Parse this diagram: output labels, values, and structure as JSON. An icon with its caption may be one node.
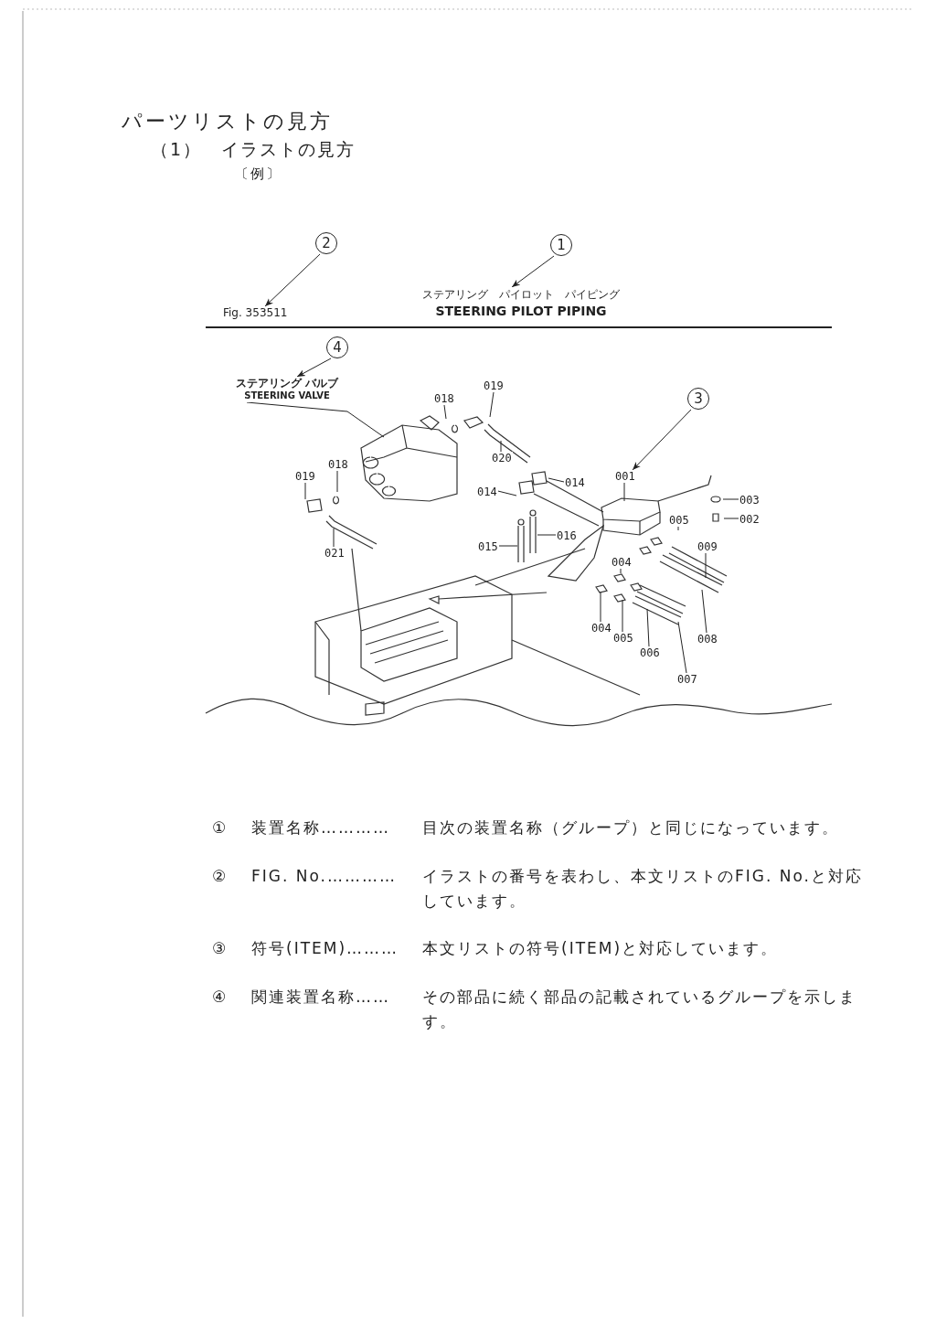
{
  "diagram": {
    "title": "パーツリストの見方",
    "nodes": [
      {
        "text": [
          "2"
        ]
      },
      {
        "text": [
          "1"
        ]
      },
      {
        "text": [
          "Fig. 353511"
        ]
      },
      {
        "text": [
          "ステアリング　パイロット　パイピング",
          "STEERING PILOT PIPING"
        ]
      },
      {
        "text": [
          "4"
        ]
      },
      {
        "text": [
          "ステアリング バルブ",
          "STEERING VALVE"
        ]
      },
      {
        "text": [
          "3"
        ]
      },
      {
        "text": [
          "001"
        ]
      },
      {
        "text": [
          "019"
        ]
      },
      {
        "text": [
          "018"
        ]
      },
      {
        "text": [
          "020"
        ]
      },
      {
        "text": [
          "018"
        ]
      },
      {
        "text": [
          "019"
        ]
      },
      {
        "text": [
          "021"
        ]
      },
      {
        "text": [
          "014"
        ]
      },
      {
        "text": [
          "014"
        ]
      },
      {
        "text": [
          "016"
        ]
      },
      {
        "text": [
          "015"
        ]
      },
      {
        "text": [
          "003"
        ]
      },
      {
        "text": [
          "002"
        ]
      },
      {
        "text": [
          "005"
        ]
      },
      {
        "text": [
          "009"
        ]
      },
      {
        "text": [
          "004"
        ]
      },
      {
        "text": [
          "004"
        ]
      },
      {
        "text": [
          "005"
        ]
      },
      {
        "text": [
          "006"
        ]
      },
      {
        "text": [
          "008"
        ]
      },
      {
        "text": [
          "007"
        ]
      }
    ],
    "edges": [
      {
        "from": 0,
        "to": 2,
        "arrow": "to"
      },
      {
        "from": 1,
        "to": 3,
        "arrow": "to"
      },
      {
        "from": 4,
        "to": 5,
        "arrow": "to"
      },
      {
        "from": 6,
        "to": 7,
        "arrow": "to"
      },
      {
        "from": 5,
        "to": null,
        "arrow": "none"
      },
      {
        "from": 7,
        "to": null,
        "arrow": "none"
      },
      {
        "from": 8,
        "to": null,
        "arrow": "none"
      },
      {
        "from": 9,
        "to": null,
        "arrow": "none"
      },
      {
        "from": 10,
        "to": null,
        "arrow": "none"
      },
      {
        "from": 11,
        "to": null,
        "arrow": "none"
      },
      {
        "from": 12,
        "to": null,
        "arrow": "none"
      },
      {
        "from": 13,
        "to": null,
        "arrow": "none"
      },
      {
        "from": 14,
        "to": null,
        "arrow": "none"
      },
      {
        "from": 15,
        "to": null,
        "arrow": "none"
      },
      {
        "from": 16,
        "to": null,
        "arrow": "none"
      },
      {
        "from": 17,
        "to": null,
        "arrow": "none"
      },
      {
        "from": 18,
        "to": null,
        "arrow": "none"
      },
      {
        "from": 19,
        "to": null,
        "arrow": "none"
      },
      {
        "from": 20,
        "to": null,
        "arrow": "none"
      },
      {
        "from": 21,
        "to": null,
        "arrow": "none"
      },
      {
        "from": 22,
        "to": null,
        "arrow": "none"
      },
      {
        "from": 23,
        "to": null,
        "arrow": "none"
      },
      {
        "from": 24,
        "to": null,
        "arrow": "none"
      },
      {
        "from": 25,
        "to": null,
        "arrow": "none"
      },
      {
        "from": 26,
        "to": null,
        "arrow": "none"
      },
      {
        "from": 27,
        "to": null,
        "arrow": "none"
      }
    ],
    "labels": [
      "（1）　イラストの見方",
      "〔例〕",
      "①",
      "装置名称…………",
      "目次の装置名称（グループ）と同じになっています。",
      "②",
      "FIG. No.…………",
      "イラストの番号を表わし、本文リストのFIG. No.と対応しています。",
      "③",
      "符号(ITEM)………",
      "本文リストの符号(ITEM)と対応しています。",
      "④",
      "関連装置名称……",
      "その部品に続く部品の記載されているグループを示します。"
    ]
  }
}
